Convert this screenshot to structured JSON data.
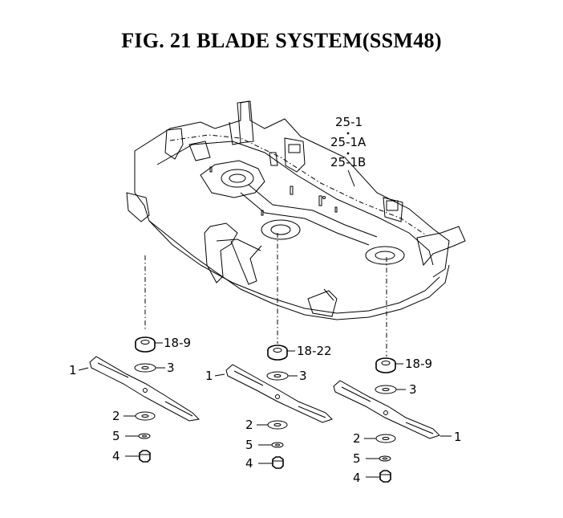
{
  "figure": {
    "title": "FIG. 21  BLADE SYSTEM(SSM48)"
  },
  "labels": {
    "p25_1": "25-1",
    "p25_1a": "25-1A",
    "p25_1b": "25-1B",
    "left_18": "18-9",
    "left_1": "1",
    "left_3": "3",
    "left_2": "2",
    "left_5": "5",
    "left_4": "4",
    "mid_18": "18-22",
    "mid_1": "1",
    "mid_3": "3",
    "mid_2": "2",
    "mid_5": "5",
    "mid_4": "4",
    "right_18": "18-9",
    "right_3": "3",
    "right_1": "1",
    "right_2": "2",
    "right_5": "5",
    "right_4": "4"
  }
}
